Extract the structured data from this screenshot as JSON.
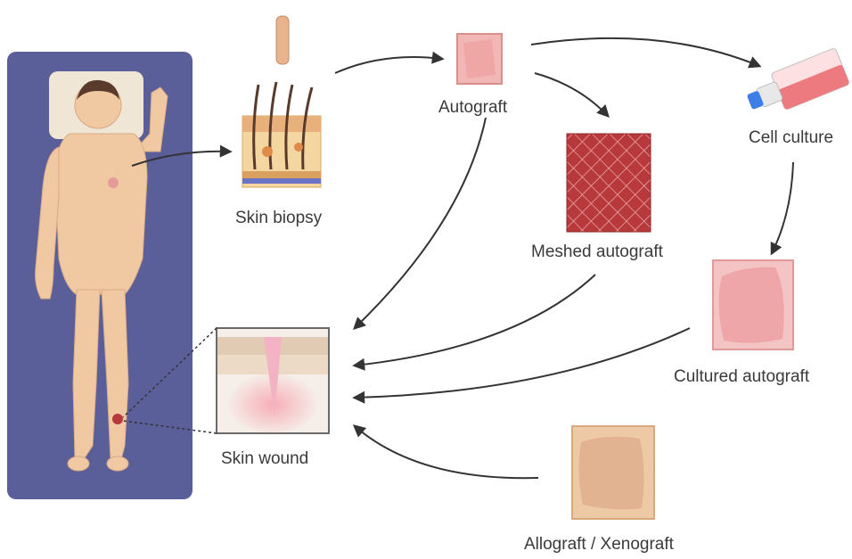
{
  "labels": {
    "skin_biopsy": "Skin biopsy",
    "autograft": "Autograft",
    "cell_culture": "Cell culture",
    "meshed_autograft": "Meshed autograft",
    "cultured_autograft": "Cultured autograft",
    "skin_wound": "Skin wound",
    "allograft_xenograft": "Allograft / Xenograft"
  },
  "colors": {
    "patient_panel": "#5a5f9a",
    "skin_tone": "#f0c9a3",
    "autograft_pink": "#f2b7b5",
    "meshed_red": "#b8393c",
    "allograft_tan": "#eec9a6",
    "arrow": "#333333"
  }
}
